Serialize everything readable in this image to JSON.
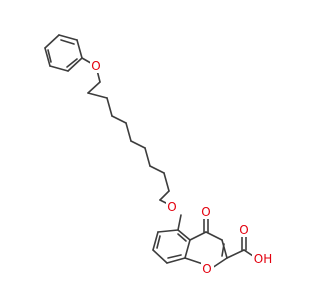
{
  "molecule": {
    "atoms": {
      "phenoxy_oxygen": "O",
      "ether_oxygen": "O",
      "ketone_oxygen": "O",
      "ring_oxygen": "O",
      "acid_carbonyl_oxygen": "O",
      "acid_hydroxyl": "OH"
    },
    "colors": {
      "bond": "#3d3d3d",
      "heteroatom": "#e3000e",
      "background": "#ffffff"
    }
  }
}
